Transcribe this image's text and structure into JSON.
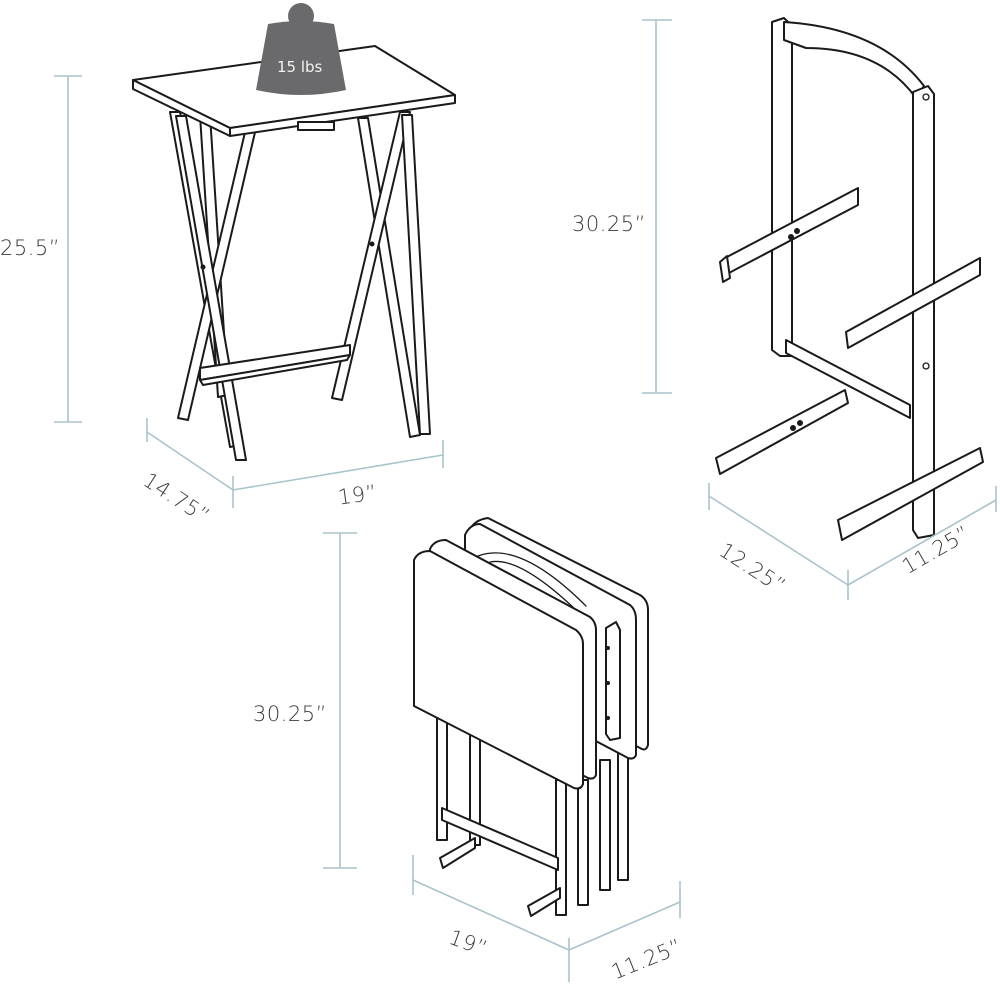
{
  "figure": {
    "description": "Folding TV tray table set with storage stand — product dimensions",
    "colors": {
      "line_drawing": "#1a1a1a",
      "dimension_lines": "#a9c3cc",
      "weight_icon": "#6a6a6d",
      "label_text": "#3a3a3a",
      "background": "#ffffff"
    }
  },
  "single_tray": {
    "weight_icon": {
      "label": "15 lbs",
      "icon": "weight-icon"
    },
    "height": "25.5”",
    "depth": "14.75”",
    "width": "19”"
  },
  "stand": {
    "height": "30.25”",
    "depth": "12.25”",
    "width": "11.25”"
  },
  "stacked_set": {
    "height": "30.25”",
    "width": "19”",
    "depth": "11.25”"
  }
}
